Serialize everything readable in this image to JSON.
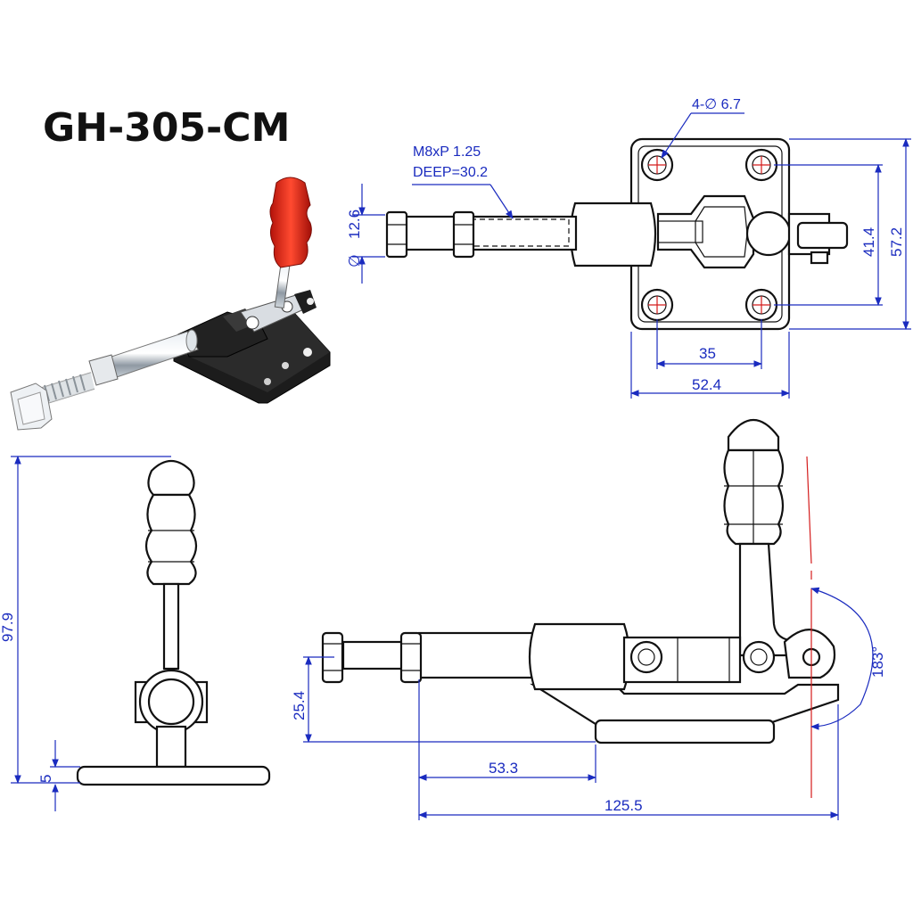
{
  "title": "GH-305-CM",
  "callouts": {
    "thread_line1": "M8xP 1.25",
    "thread_line2": "DEEP=30.2",
    "holes": "4-∅ 6.7"
  },
  "dimensions": {
    "spindle_diameter": "12.6",
    "diameter_symbol": "∅",
    "hole_spacing_vertical": "41.4",
    "base_height": "57.2",
    "hole_spacing_horizontal": "35",
    "base_width": "52.4",
    "overall_height": "97.9",
    "base_thickness": "5",
    "spindle_height": "25.4",
    "spindle_offset": "53.3",
    "overall_length": "125.5",
    "handle_travel": "183°"
  },
  "colors": {
    "dimension": "#1a2bbf",
    "center_mark": "#d41c1c",
    "outline": "#111111",
    "handle_grip": "#e8321e",
    "body": "#2a2a2a"
  }
}
